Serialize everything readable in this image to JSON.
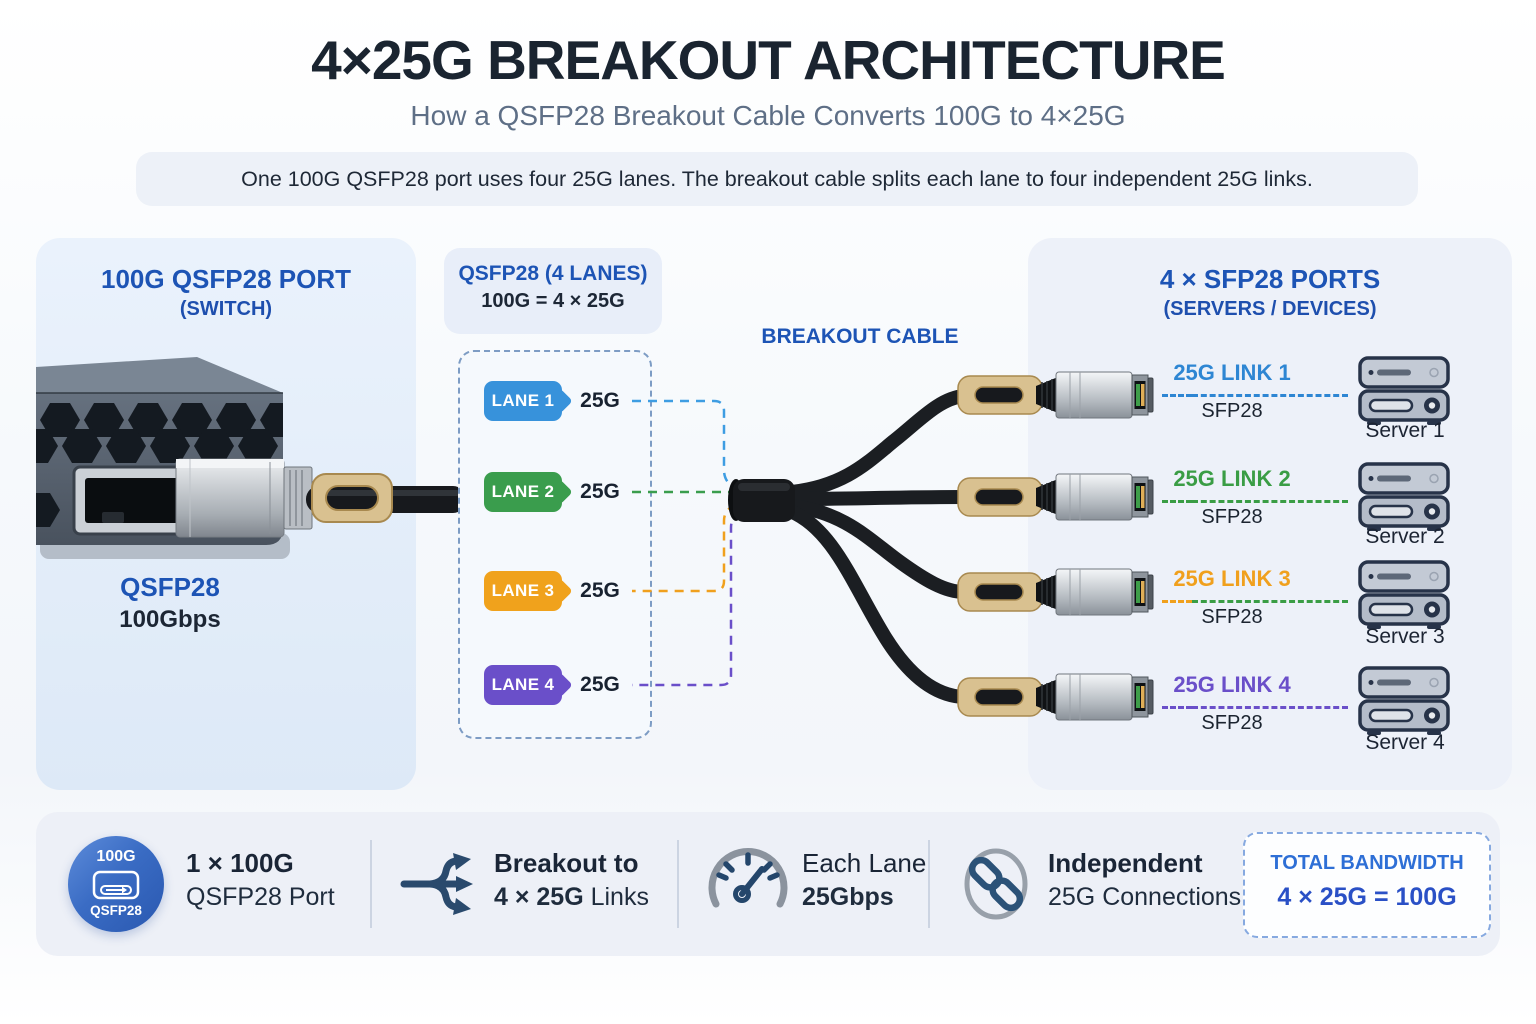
{
  "header": {
    "title": "4×25G BREAKOUT ARCHITECTURE",
    "subtitle": "How a QSFP28 Breakout Cable Converts 100G to 4×25G",
    "banner": "One 100G QSFP28 port uses four 25G lanes. The breakout cable splits each lane to four independent 25G links."
  },
  "left_panel": {
    "title": "100G QSFP28 PORT",
    "subtitle": "(SWITCH)",
    "port_label": "QSFP28",
    "port_speed": "100Gbps"
  },
  "lanes_panel": {
    "title": "QSFP28 (4 LANES)",
    "equation": "100G = 4 × 25G",
    "lanes": [
      {
        "label": "LANE 1",
        "speed": "25G",
        "color": "#3792db"
      },
      {
        "label": "LANE 2",
        "speed": "25G",
        "color": "#3a9d4d"
      },
      {
        "label": "LANE 3",
        "speed": "25G",
        "color": "#f0a21c"
      },
      {
        "label": "LANE 4",
        "speed": "25G",
        "color": "#6a4fc9"
      }
    ]
  },
  "cable": {
    "label": "BREAKOUT CABLE"
  },
  "right_panel": {
    "title": "4 × SFP28 PORTS",
    "subtitle": "(SERVERS / DEVICES)",
    "links": [
      {
        "label": "25G LINK 1",
        "port": "SFP28",
        "device": "Server 1",
        "color": "#2e86d3",
        "line_start": "#2e86d3",
        "line": "#2e86d3"
      },
      {
        "label": "25G LINK 2",
        "port": "SFP28",
        "device": "Server 2",
        "color": "#3a9d45",
        "line_start": "#3a9d45",
        "line": "#3a9d45"
      },
      {
        "label": "25G LINK 3",
        "port": "SFP28",
        "device": "Server 3",
        "color": "#f0a01d",
        "line_start": "#f0a01d",
        "line": "#3a9d45"
      },
      {
        "label": "25G LINK 4",
        "port": "SFP28",
        "device": "Server 4",
        "color": "#6a4fc9",
        "line_start": "#6a4fc9",
        "line": "#6a4fc9"
      }
    ]
  },
  "footer": {
    "items": [
      {
        "icon": "qsfp28-badge-icon",
        "badge_top": "100G",
        "badge_bottom": "QSFP28",
        "line1": "1 × 100G",
        "line2": "QSFP28 Port"
      },
      {
        "icon": "split-arrows-icon",
        "line1": "Breakout to",
        "line2_strong": "4 × 25G",
        "line2_rest": " Links"
      },
      {
        "icon": "gauge-icon",
        "line1": "Each Lane",
        "line2": "25Gbps"
      },
      {
        "icon": "chain-link-icon",
        "line1": "Independent",
        "line2": "25G Connections"
      }
    ],
    "total": {
      "title": "TOTAL BANDWIDTH",
      "value": "4 × 25G = 100G"
    }
  },
  "palette": {
    "accent_blue": "#1d54b5",
    "title_navy": "#1a2430",
    "subtitle_gray": "#5e6f86",
    "icon_navy": "#2a4a6d",
    "pull_tab_tan": "#d9c190",
    "cable_black": "#17191d"
  }
}
